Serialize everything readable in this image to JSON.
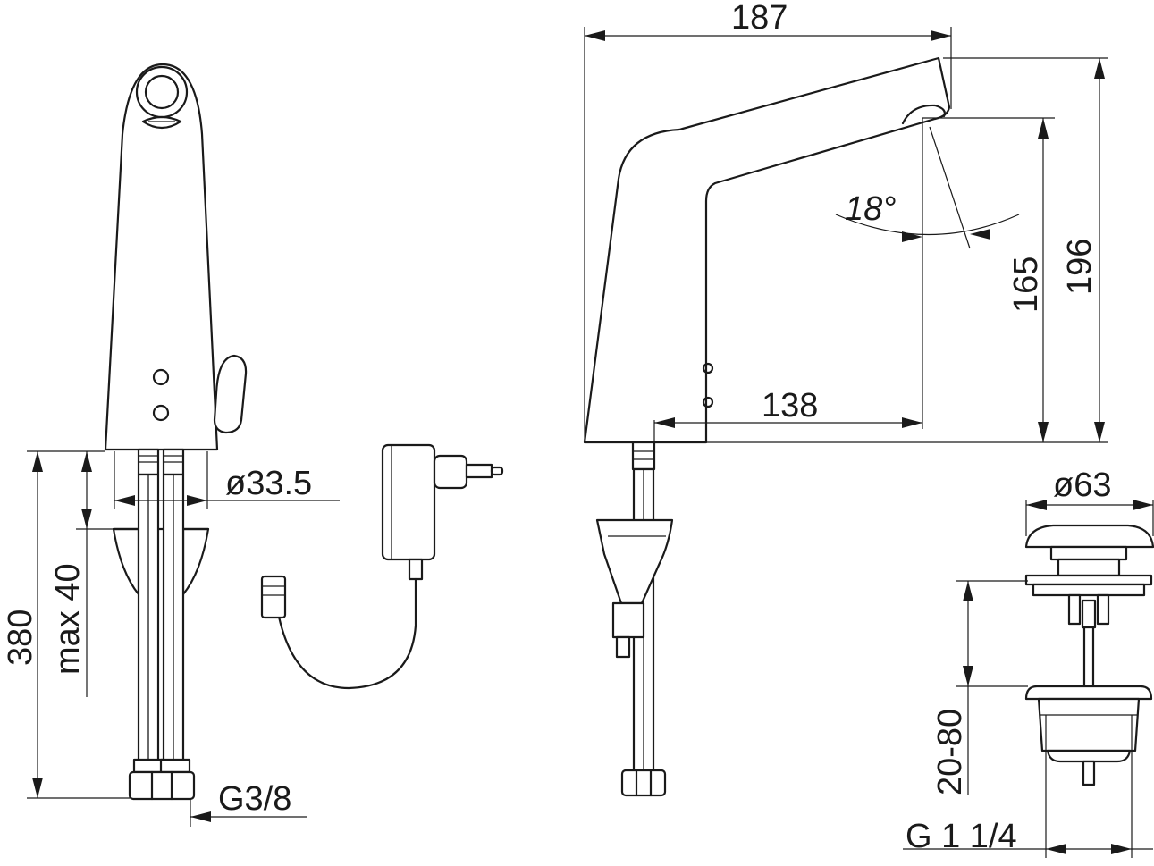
{
  "dimensions": {
    "width_total": "187",
    "height_total": "196",
    "spout_height": "165",
    "spout_reach": "138",
    "angle": "18°",
    "body_diameter": "ø33.5",
    "supply_length": "380",
    "mount_thickness": "max 40",
    "supply_thread": "G3/8",
    "waste_diameter": "ø63",
    "waste_range": "20-80",
    "waste_thread": "G 1 1/4"
  }
}
